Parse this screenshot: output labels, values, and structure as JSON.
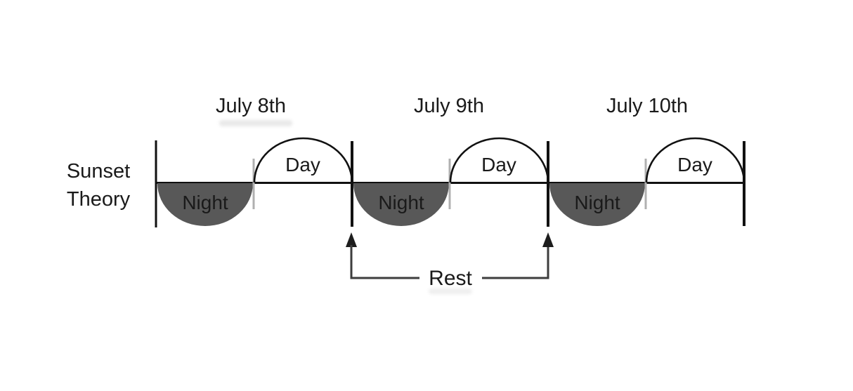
{
  "diagram": {
    "theory": {
      "line1": "Sunset",
      "line2": "Theory"
    },
    "days": [
      {
        "title": "July 8th",
        "night": "Night",
        "day": "Day"
      },
      {
        "title": "July 9th",
        "night": "Night",
        "day": "Day"
      },
      {
        "title": "July 10th",
        "night": "Night",
        "day": "Day"
      }
    ],
    "rest": {
      "label": "Rest"
    },
    "colors": {
      "night_fill": "#585858",
      "night_text": "#ffffff",
      "ink": "#1a1a1a",
      "divider_tick": "#b0b0b0",
      "rest_line": "#3d3d3d"
    }
  }
}
